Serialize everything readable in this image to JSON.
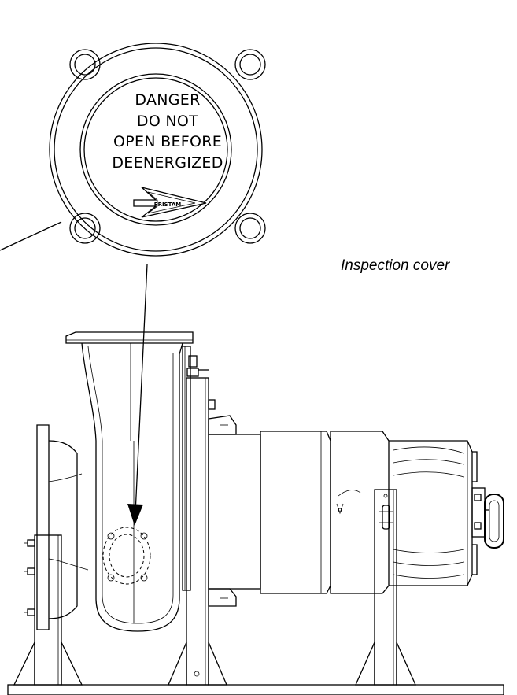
{
  "cover_warning": {
    "line1": "DANGER",
    "line2": "DO NOT",
    "line3": "OPEN BEFORE",
    "line4": "DEENERGIZED"
  },
  "cover_logo_text": "FRISTAM",
  "caption": "Inspection cover"
}
